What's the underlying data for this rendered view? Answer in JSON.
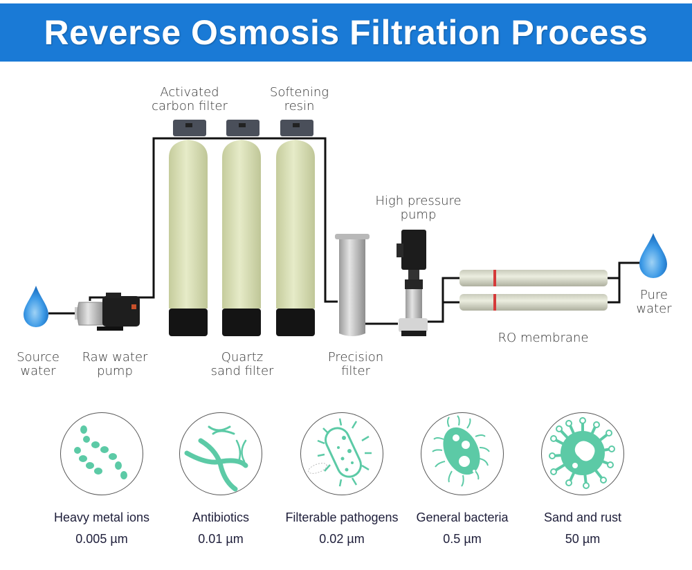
{
  "title": "Reverse Osmosis Filtration Process",
  "process": {
    "source_water": [
      "Source",
      "water"
    ],
    "raw_water_pump": [
      "Raw water",
      "pump"
    ],
    "activated_carbon_filter": [
      "Activated",
      "carbon filter"
    ],
    "quartz_sand_filter": [
      "Quartz",
      "sand filter"
    ],
    "softening_resin": [
      "Softening",
      "resin"
    ],
    "precision_filter": [
      "Precision",
      "filter"
    ],
    "high_pressure_pump": [
      "High pressure",
      "pump"
    ],
    "ro_membrane": "RO membrane",
    "pure_water": [
      "Pure",
      "water"
    ]
  },
  "contaminants": [
    {
      "name": "Heavy metal ions",
      "size": "0.005 µm",
      "icon": "ion-chain-icon"
    },
    {
      "name": "Antibiotics",
      "size": "0.01 µm",
      "icon": "antibiotic-strand-icon"
    },
    {
      "name": "Filterable pathogens",
      "size": "0.02 µm",
      "icon": "pathogen-icon"
    },
    {
      "name": "General bacteria",
      "size": "0.5 µm",
      "icon": "bacteria-icon"
    },
    {
      "name": "Sand and rust",
      "size": "50 µm",
      "icon": "sand-rust-icon"
    }
  ],
  "colors": {
    "title_bar": "#1a7ad6",
    "icon_teal": "#5ccaa6",
    "water_drop": "#2a8fe0",
    "tank_body": "#d8dfb8",
    "tank_base": "#1a1a1a"
  }
}
